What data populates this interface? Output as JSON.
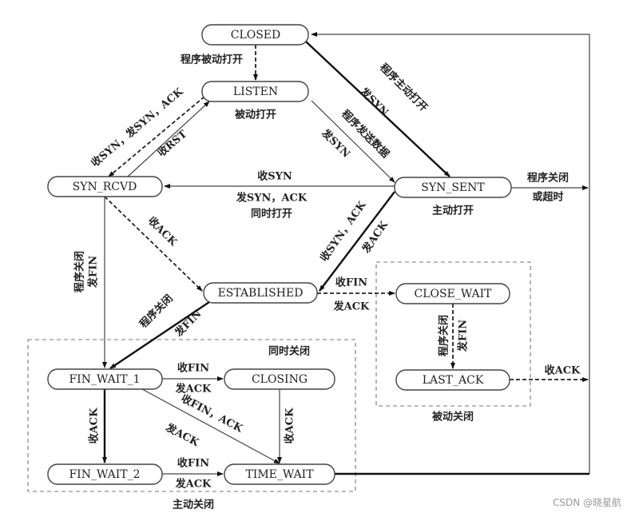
{
  "states": {
    "closed": "CLOSED",
    "listen": "LISTEN",
    "syn_rcvd": "SYN_RCVD",
    "syn_sent": "SYN_SENT",
    "established": "ESTABLISHED",
    "close_wait": "CLOSE_WAIT",
    "last_ack": "LAST_ACK",
    "fin_wait_1": "FIN_WAIT_1",
    "closing": "CLOSING",
    "fin_wait_2": "FIN_WAIT_2",
    "time_wait": "TIME_WAIT"
  },
  "state_notes": {
    "listen": "被动打开",
    "syn_sent": "主动打开"
  },
  "edges": {
    "closed_listen": "程序被动打开",
    "listen_synrcvd": "收SYN，发SYN，ACK",
    "synrcvd_listen": "收RST",
    "closed_synsent_1": "程序主动打开",
    "closed_synsent_2": "发SYN",
    "listen_synsent_1": "程序发送数据",
    "listen_synsent_2": "发SYN",
    "synsent_synrcvd_1": "收SYN",
    "synsent_synrcvd_2": "发SYN，ACK",
    "synsent_synrcvd_3": "同时打开",
    "synsent_timeout_1": "程序关闭",
    "synsent_timeout_2": "或超时",
    "synsent_est_1": "收SYN，ACK",
    "synsent_est_2": "发ACK",
    "synrcvd_est": "收ACK",
    "synrcvd_fw1_1": "程序关闭",
    "synrcvd_fw1_2": "发FIN",
    "est_fw1_1": "程序关闭",
    "est_fw1_2": "发FIN",
    "est_cw_1": "收FIN",
    "est_cw_2": "发ACK",
    "cw_la_1": "程序关闭",
    "cw_la_2": "发FIN",
    "la_closed": "收ACK",
    "fw1_closing_1": "收FIN",
    "fw1_closing_2": "发ACK",
    "fw1_fw2": "收ACK",
    "fw1_tw_1": "收FIN，ACK",
    "fw1_tw_2": "发ACK",
    "closing_tw": "收ACK",
    "fw2_tw_1": "收FIN",
    "fw2_tw_2": "发ACK"
  },
  "groups": {
    "simultaneous_close": "同时关闭",
    "active_close": "主动关闭",
    "passive_close": "被动关闭"
  },
  "watermark": "CSDN @晓星航"
}
